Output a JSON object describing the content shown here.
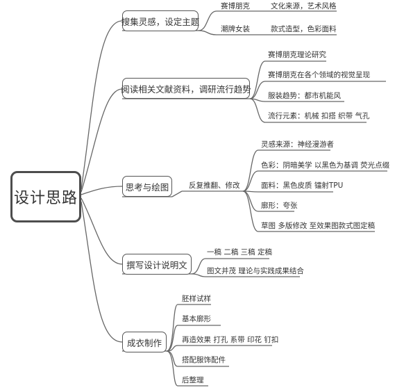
{
  "root": {
    "label": "设计思路"
  },
  "topics": [
    {
      "label": "搜集灵感，设定主题",
      "children": [
        {
          "label": "赛博朋克",
          "children": [
            {
              "label": "文化来源，艺术风格"
            }
          ]
        },
        {
          "label": "潮牌女装",
          "children": [
            {
              "label": "款式造型，色彩面料"
            }
          ]
        }
      ]
    },
    {
      "label": "阅读相关文献资料，调研流行趋势",
      "children": [
        {
          "label": "赛博朋克理论研究"
        },
        {
          "label": "赛博朋克在各个领域的视觉呈现"
        },
        {
          "label": "服装趋势：都市机能风"
        },
        {
          "label": "流行元素：机械 扣搭 织带 气孔"
        }
      ]
    },
    {
      "label": "思考与绘图",
      "children": [
        {
          "label": "反复推翻、修改",
          "children": [
            {
              "label": "灵感来源：神经漫游者"
            },
            {
              "label": "色彩：阴暗美学 以黑色为基调  荧光点缀"
            },
            {
              "label": "面料：黑色皮质 镭射TPU"
            },
            {
              "label": "廓形：夸张"
            },
            {
              "label": "草图  多版修改 至效果图款式图定稿"
            }
          ]
        }
      ]
    },
    {
      "label": "撰写设计说明文",
      "children": [
        {
          "label": "一稿  二稿  三稿  定稿"
        },
        {
          "label": "图文并茂  理论与实践成果结合"
        }
      ]
    },
    {
      "label": "成衣制作",
      "children": [
        {
          "label": "胚样试样"
        },
        {
          "label": "基本廓形"
        },
        {
          "label": "再造效果  打孔  系带  印花  钉扣"
        },
        {
          "label": "搭配服饰配件"
        },
        {
          "label": "后整理"
        }
      ]
    }
  ]
}
